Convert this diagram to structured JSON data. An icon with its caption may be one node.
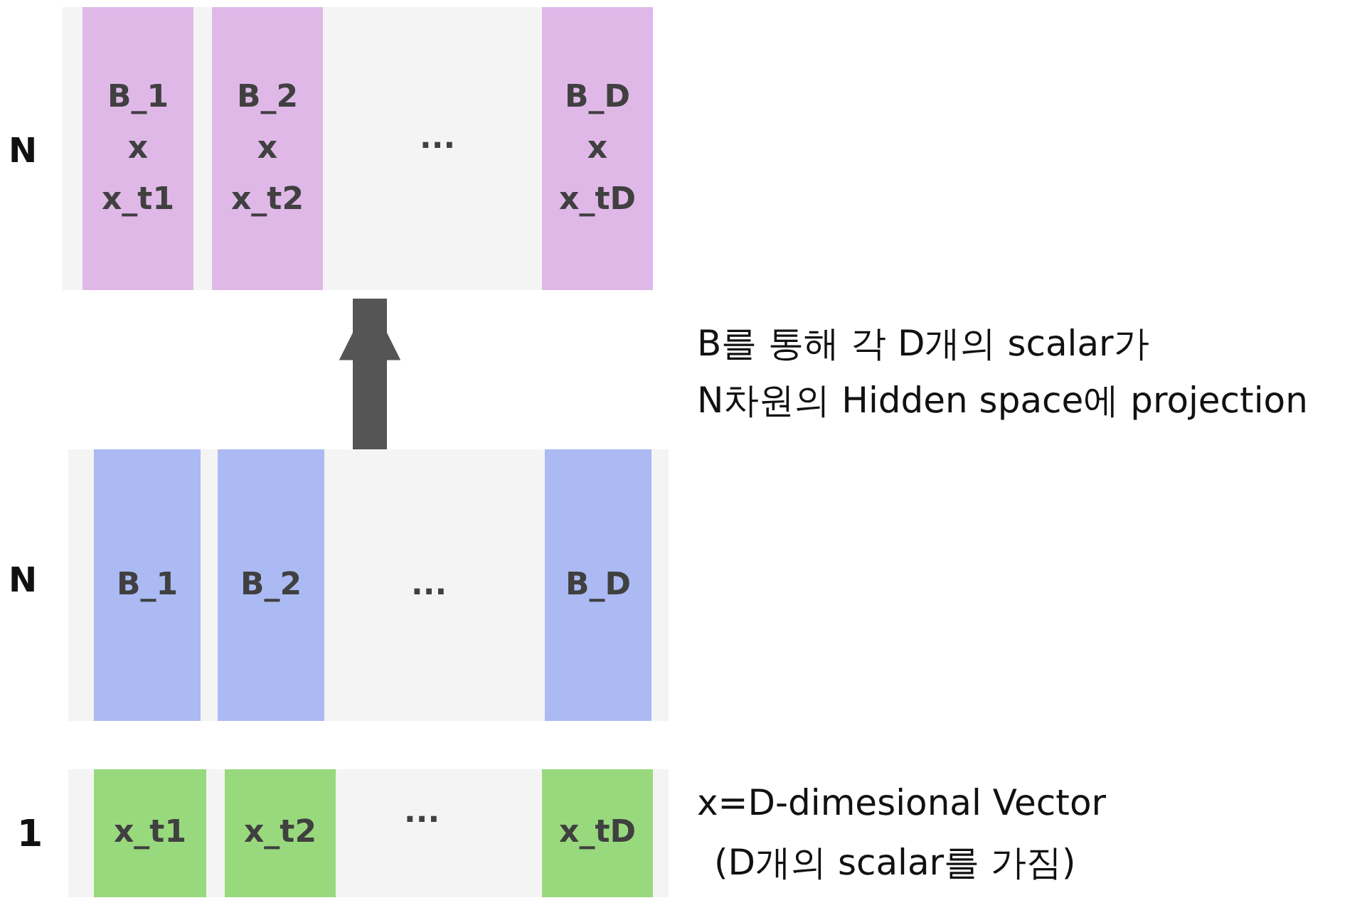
{
  "diagram": {
    "nodes": [
      {
        "text": [
          "..."
        ]
      },
      {
        "text": [
          "B_1 x x_t1"
        ],
        "in": 0
      },
      {
        "text": [
          "B_2 x x_t2"
        ],
        "in": 0
      },
      {
        "text": [
          "B_D x x_tD"
        ],
        "in": 0
      },
      {
        "text": [
          "..."
        ]
      },
      {
        "text": [
          "B_1"
        ],
        "in": 4
      },
      {
        "text": [
          "B_2"
        ],
        "in": 4
      },
      {
        "text": [
          "B_D"
        ],
        "in": 4
      },
      {
        "text": [
          "..."
        ]
      },
      {
        "text": [
          "x_t1"
        ],
        "in": 8
      },
      {
        "text": [
          "x_t2"
        ],
        "in": 8
      },
      {
        "text": [
          "x_tD"
        ],
        "in": 8
      }
    ],
    "edges": [
      {
        "from": 4,
        "to": 0,
        "arrow": "to"
      }
    ],
    "labels": [
      "N",
      "B를 통해 각 D개의 scalar가",
      "N차원의 Hidden space에 projection",
      "N",
      "1",
      "x=D-dimesional Vector",
      "(D개의 scalar를 가짐)"
    ]
  }
}
